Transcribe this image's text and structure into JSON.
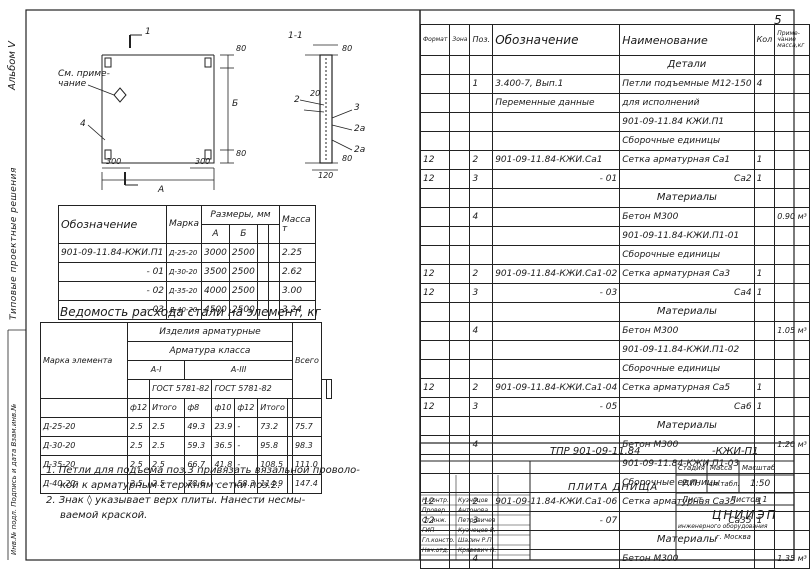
{
  "page_number": "5",
  "side": {
    "album": "Альбом V",
    "series": "Типовые проектные решения",
    "stamp": "Инв.№ подл. Подпись и дата Взам.инв.№"
  },
  "drawing": {
    "section_label": "1-1",
    "marker_1": "1",
    "note_ref": "См. приме-\nчание",
    "labels": {
      "dim_A": "А",
      "dim_B": "Б",
      "pos4": "4",
      "pos2": "2",
      "pos3": "3",
      "pos2a": "2а",
      "d300a": "300",
      "d300b": "300",
      "d80a": "80",
      "d80b": "80",
      "d20": "20",
      "d80c": "80",
      "d80d": "80",
      "d120": "120"
    }
  },
  "dims_table": {
    "h_designation": "Обозначение",
    "h_mark": "Марка",
    "h_sizes": "Размеры, мм",
    "h_A": "А",
    "h_B": "Б",
    "h_mass": "Масса т",
    "rows": [
      {
        "designation": "901-09-11.84-КЖИ.П1",
        "mark": "Д-25-20",
        "A": "3000",
        "B": "2500",
        "mass": "2.25"
      },
      {
        "designation": "- 01",
        "mark": "Д-30-20",
        "A": "3500",
        "B": "2500",
        "mass": "2.62"
      },
      {
        "designation": "- 02",
        "mark": "Д-35-20",
        "A": "4000",
        "B": "2500",
        "mass": "3.00"
      },
      {
        "designation": "- 03",
        "mark": "Д-40-20",
        "A": "4500",
        "B": "2500",
        "mass": "3.24"
      }
    ]
  },
  "steel_title": "Ведомость расхода стали на элемент, кг",
  "steel_table": {
    "h_items": "Изделия арматурные",
    "h_class": "Арматура класса",
    "h_mark": "Марка элемента",
    "h_AI": "А-I",
    "h_AIII": "А-III",
    "h_total": "Всего",
    "h_gost1": "ГОСТ 5781-82",
    "h_gost2": "ГОСТ 5781-82",
    "h_f12a": "ф12",
    "h_itogo1": "Итого",
    "h_f8": "ф8",
    "h_f10": "ф10",
    "h_f12b": "ф12",
    "h_itogo2": "Итого",
    "rows": [
      {
        "mark": "Д-25-20",
        "f12": "2.5",
        "it1": "2.5",
        "f8": "49.3",
        "f10": "23.9",
        "f12b": "-",
        "it2": "73.2",
        "total": "75.7"
      },
      {
        "mark": "Д-30-20",
        "f12": "2.5",
        "it1": "2.5",
        "f8": "59.3",
        "f10": "36.5",
        "f12b": "-",
        "it2": "95.8",
        "total": "98.3"
      },
      {
        "mark": "Д-35-20",
        "f12": "2.5",
        "it1": "2.5",
        "f8": "66.7",
        "f10": "41.8",
        "f12b": "-",
        "it2": "108.5",
        "total": "111.0"
      },
      {
        "mark": "Д-40-20",
        "f12": "2.5",
        "it1": "2.5",
        "f8": "78.6",
        "f10": "-",
        "f12b": "58.3",
        "it2": "114.9",
        "total": "147.4"
      }
    ]
  },
  "notes": [
    "1. Петли для подъема поз.3 привязать вязальной проволо-",
    "кой к арматурным стержням сетки поз.2.",
    "2. Знак ◊ указывает верх плиты. Нанести несмы-",
    "ваемой краской."
  ],
  "spec": {
    "h_format": "Формат",
    "h_zone": "Зона",
    "h_pos": "Поз.",
    "h_designation": "Обозначение",
    "h_name": "Наименование",
    "h_qty": "Кол",
    "h_note": "Приме-\nчание\nмасса,кг",
    "rows": [
      {
        "fmt": "",
        "pos": "",
        "des": "",
        "name": "Детали",
        "qty": "",
        "note": "",
        "head": true
      },
      {
        "fmt": "",
        "pos": "1",
        "des": "3.400-7, Вып.1",
        "name": "Петли подъемные М12-150",
        "qty": "4",
        "note": ""
      },
      {
        "fmt": "",
        "pos": "",
        "des": "Переменные данные",
        "name": "для исполнений",
        "qty": "",
        "note": ""
      },
      {
        "fmt": "",
        "pos": "",
        "des": "",
        "name": "901-09-11.84 КЖИ.П1",
        "qty": "",
        "note": ""
      },
      {
        "fmt": "",
        "pos": "",
        "des": "",
        "name": "Сборочные единицы",
        "qty": "",
        "note": ""
      },
      {
        "fmt": "12",
        "pos": "2",
        "des": "901-09-11.84-КЖИ.Са1",
        "name": "Сетка арматурная Са1",
        "qty": "1",
        "note": ""
      },
      {
        "fmt": "12",
        "pos": "3",
        "des": "- 01",
        "name": "Са2",
        "qty": "1",
        "note": ""
      },
      {
        "fmt": "",
        "pos": "",
        "des": "",
        "name": "Материалы",
        "qty": "",
        "note": "",
        "head": true
      },
      {
        "fmt": "",
        "pos": "4",
        "des": "",
        "name": "Бетон М300",
        "qty": "",
        "note": "0.90 м³"
      },
      {
        "fmt": "",
        "pos": "",
        "des": "",
        "name": "901-09-11.84-КЖИ.П1-01",
        "qty": "",
        "note": ""
      },
      {
        "fmt": "",
        "pos": "",
        "des": "",
        "name": "Сборочные единицы",
        "qty": "",
        "note": ""
      },
      {
        "fmt": "12",
        "pos": "2",
        "des": "901-09-11.84-КЖИ.Са1-02",
        "name": "Сетка арматурная Са3",
        "qty": "1",
        "note": ""
      },
      {
        "fmt": "12",
        "pos": "3",
        "des": "- 03",
        "name": "Са4",
        "qty": "1",
        "note": ""
      },
      {
        "fmt": "",
        "pos": "",
        "des": "",
        "name": "Материалы",
        "qty": "",
        "note": "",
        "head": true
      },
      {
        "fmt": "",
        "pos": "4",
        "des": "",
        "name": "Бетон М300",
        "qty": "",
        "note": "1.05 м³"
      },
      {
        "fmt": "",
        "pos": "",
        "des": "",
        "name": "901-09-11.84-КЖИ.П1-02",
        "qty": "",
        "note": ""
      },
      {
        "fmt": "",
        "pos": "",
        "des": "",
        "name": "Сборочные единицы",
        "qty": "",
        "note": ""
      },
      {
        "fmt": "12",
        "pos": "2",
        "des": "901-09-11.84-КЖИ.Са1-04",
        "name": "Сетка арматурная Са5",
        "qty": "1",
        "note": ""
      },
      {
        "fmt": "12",
        "pos": "3",
        "des": "- 05",
        "name": "Са6",
        "qty": "1",
        "note": ""
      },
      {
        "fmt": "",
        "pos": "",
        "des": "",
        "name": "Материалы",
        "qty": "",
        "note": "",
        "head": true
      },
      {
        "fmt": "",
        "pos": "4",
        "des": "",
        "name": "Бетон М300",
        "qty": "",
        "note": "1.20 м³"
      },
      {
        "fmt": "",
        "pos": "",
        "des": "",
        "name": "901-09-11.84-КЖИ.П1-03",
        "qty": "",
        "note": ""
      },
      {
        "fmt": "",
        "pos": "",
        "des": "",
        "name": "Сборочные единицы",
        "qty": "",
        "note": ""
      },
      {
        "fmt": "12",
        "pos": "2",
        "des": "901-09-11.84-КЖИ.Са1-06",
        "name": "Сетка арматурная Са35",
        "qty": "1",
        "note": ""
      },
      {
        "fmt": "12",
        "pos": "3",
        "des": "- 07",
        "name": "Са35",
        "qty": "1",
        "note": ""
      },
      {
        "fmt": "",
        "pos": "",
        "des": "",
        "name": "Материалы",
        "qty": "",
        "note": "",
        "head": true
      },
      {
        "fmt": "",
        "pos": "4",
        "des": "",
        "name": "Бетон М300",
        "qty": "",
        "note": "1.35 м³"
      }
    ]
  },
  "title_block": {
    "code": "ТПР 901-09-11.84",
    "doc": "-КЖИ-П1",
    "name": "ПЛИТА ДНИЩА",
    "h_stage": "Стадия",
    "h_mass": "Масса",
    "h_scale": "Масштаб",
    "stage": "Р.П.",
    "mass": "см.табл.",
    "scale": "1:50",
    "sheet": "Лист",
    "sheets": "Листов 1",
    "org": "ЦНИИЭП",
    "org2": "инженерного оборудования",
    "city": "г. Москва",
    "people": [
      {
        "role": "Н.контр.",
        "name": "Кузнецов"
      },
      {
        "role": "Провер.",
        "name": "Антонова"
      },
      {
        "role": "Ст.инж.",
        "name": "Петровичев"
      },
      {
        "role": "ГИП",
        "name": "Кузнецов В."
      },
      {
        "role": "Гл.констр.",
        "name": "Шалин Р.П."
      },
      {
        "role": "Нач.отд.",
        "name": "Кравевич Н."
      }
    ]
  }
}
